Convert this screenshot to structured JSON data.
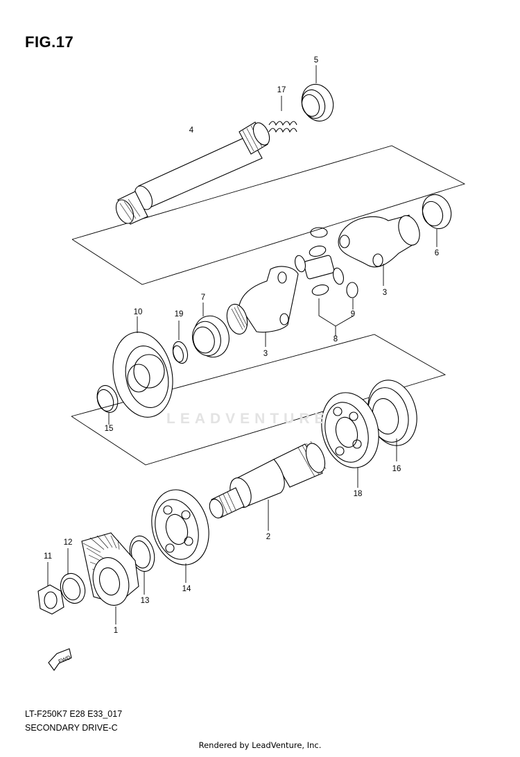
{
  "figure": {
    "title": "FIG.17",
    "model_code": "LT-F250K7 E28 E33_017",
    "section_name": "SECONDARY DRIVE-C"
  },
  "watermark_text": "LEADVENTURE",
  "fwd_arrow_label": "FWD",
  "footer_text": "Rendered by LeadVenture, Inc.",
  "callouts": [
    {
      "id": "1",
      "label": "1"
    },
    {
      "id": "2",
      "label": "2"
    },
    {
      "id": "3a",
      "label": "3"
    },
    {
      "id": "3b",
      "label": "3"
    },
    {
      "id": "4",
      "label": "4"
    },
    {
      "id": "5",
      "label": "5"
    },
    {
      "id": "6",
      "label": "6"
    },
    {
      "id": "7",
      "label": "7"
    },
    {
      "id": "8",
      "label": "8"
    },
    {
      "id": "9",
      "label": "9"
    },
    {
      "id": "10",
      "label": "10"
    },
    {
      "id": "11",
      "label": "11"
    },
    {
      "id": "12",
      "label": "12"
    },
    {
      "id": "13",
      "label": "13"
    },
    {
      "id": "14",
      "label": "14"
    },
    {
      "id": "15",
      "label": "15"
    },
    {
      "id": "16",
      "label": "16"
    },
    {
      "id": "17",
      "label": "17"
    },
    {
      "id": "18",
      "label": "18"
    },
    {
      "id": "19",
      "label": "19"
    }
  ]
}
